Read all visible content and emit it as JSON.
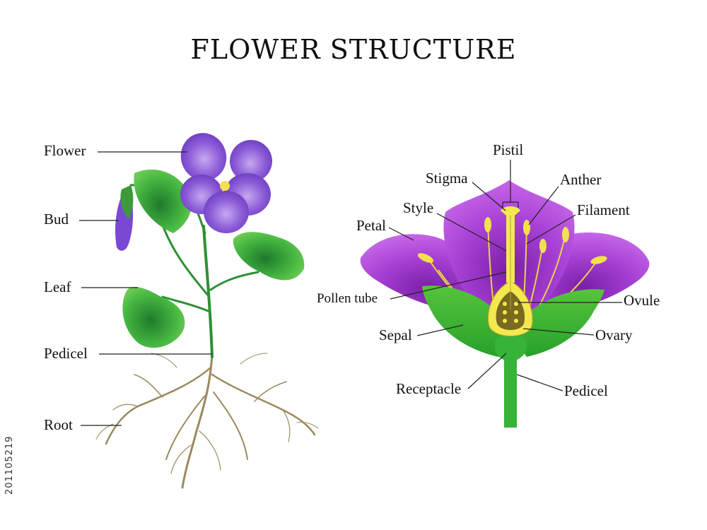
{
  "title": "FLOWER STRUCTURE",
  "stock_id": "201105219",
  "plant_labels": {
    "flower": "Flower",
    "bud": "Bud",
    "leaf": "Leaf",
    "pedicel": "Pedicel",
    "root": "Root"
  },
  "section_labels": {
    "pistil": "Pistil",
    "stigma": "Stigma",
    "anther": "Anther",
    "style": "Style",
    "filament": "Filament",
    "petal": "Petal",
    "pollen_tube": "Pollen tube",
    "ovule": "Ovule",
    "sepal": "Sepal",
    "ovary": "Ovary",
    "receptacle": "Receptacle",
    "pedicel": "Pedicel"
  },
  "colors": {
    "petal_violet": "#8a5ad6",
    "petal_magenta": "#b43fd6",
    "leaf_green": "#3fae3a",
    "stem_green": "#2e8f34",
    "pollen_yellow": "#f2e14a",
    "root_brown": "#9a8a5c"
  }
}
